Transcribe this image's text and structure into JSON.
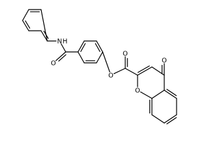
{
  "molecule": {
    "atoms": [
      {
        "id": "a1",
        "el": "C"
      },
      {
        "id": "a2",
        "el": "C"
      },
      {
        "id": "a3",
        "el": "C"
      },
      {
        "id": "a4",
        "el": "N"
      },
      {
        "id": "a5",
        "el": "C"
      },
      {
        "id": "a6",
        "el": "C"
      },
      {
        "id": "n7",
        "el": "N",
        "label": "N"
      },
      {
        "id": "h7",
        "el": "H",
        "label": "H"
      },
      {
        "id": "c8",
        "el": "C"
      },
      {
        "id": "o9",
        "el": "O",
        "label": "O"
      },
      {
        "id": "b1",
        "el": "C"
      },
      {
        "id": "b2",
        "el": "C"
      },
      {
        "id": "b3",
        "el": "C"
      },
      {
        "id": "b4",
        "el": "C"
      },
      {
        "id": "b5",
        "el": "C"
      },
      {
        "id": "b6",
        "el": "C"
      },
      {
        "id": "o10",
        "el": "O",
        "label": "O"
      },
      {
        "id": "c11",
        "el": "C"
      },
      {
        "id": "o12",
        "el": "O",
        "label": "O"
      },
      {
        "id": "c2",
        "el": "C"
      },
      {
        "id": "c3",
        "el": "C"
      },
      {
        "id": "c4",
        "el": "C"
      },
      {
        "id": "o13",
        "el": "O",
        "label": "O"
      },
      {
        "id": "c4a",
        "el": "C"
      },
      {
        "id": "c5",
        "el": "C"
      },
      {
        "id": "c6",
        "el": "C"
      },
      {
        "id": "c7",
        "el": "C"
      },
      {
        "id": "c8b",
        "el": "C"
      },
      {
        "id": "c8a",
        "el": "C"
      },
      {
        "id": "o1",
        "el": "O",
        "label": "O"
      }
    ],
    "bonds": [
      {
        "a": "a1",
        "b": "a2",
        "order": 2,
        "side": 1
      },
      {
        "a": "a2",
        "b": "a3",
        "order": 1
      },
      {
        "a": "a3",
        "b": "a4",
        "order": 2,
        "side": 1
      },
      {
        "a": "a4",
        "b": "a5",
        "order": 1
      },
      {
        "a": "a5",
        "b": "a6",
        "order": 2,
        "side": 1
      },
      {
        "a": "a6",
        "b": "a1",
        "order": 1
      },
      {
        "a": "a1",
        "b": "n7",
        "order": 1
      },
      {
        "a": "n7",
        "b": "c8",
        "order": 1
      },
      {
        "a": "c8",
        "b": "o9",
        "order": 2,
        "side": -1
      },
      {
        "a": "c8",
        "b": "b1",
        "order": 1
      },
      {
        "a": "b1",
        "b": "b2",
        "order": 2,
        "side": 1
      },
      {
        "a": "b2",
        "b": "b3",
        "order": 1
      },
      {
        "a": "b3",
        "b": "b4",
        "order": 2,
        "side": 1
      },
      {
        "a": "b4",
        "b": "b5",
        "order": 1
      },
      {
        "a": "b5",
        "b": "b6",
        "order": 2,
        "side": 1
      },
      {
        "a": "b6",
        "b": "b1",
        "order": 1
      },
      {
        "a": "b4",
        "b": "o10",
        "order": 1
      },
      {
        "a": "o10",
        "b": "c11",
        "order": 1
      },
      {
        "a": "c11",
        "b": "o12",
        "order": 2,
        "side": 1
      },
      {
        "a": "c11",
        "b": "c2",
        "order": 1
      },
      {
        "a": "c2",
        "b": "c3",
        "order": 2,
        "side": -1
      },
      {
        "a": "c3",
        "b": "c4",
        "order": 1
      },
      {
        "a": "c4",
        "b": "o13",
        "order": 2,
        "side": -1
      },
      {
        "a": "c4",
        "b": "c4a",
        "order": 1
      },
      {
        "a": "c4a",
        "b": "c5",
        "order": 2,
        "side": -1
      },
      {
        "a": "c5",
        "b": "c6",
        "order": 1
      },
      {
        "a": "c6",
        "b": "c7",
        "order": 2,
        "side": -1
      },
      {
        "a": "c7",
        "b": "c8b",
        "order": 1
      },
      {
        "a": "c8b",
        "b": "c8a",
        "order": 2,
        "side": -1
      },
      {
        "a": "c8a",
        "b": "c4a",
        "order": 1
      },
      {
        "a": "c8a",
        "b": "o1",
        "order": 1
      },
      {
        "a": "o1",
        "b": "c2",
        "order": 1
      }
    ]
  }
}
